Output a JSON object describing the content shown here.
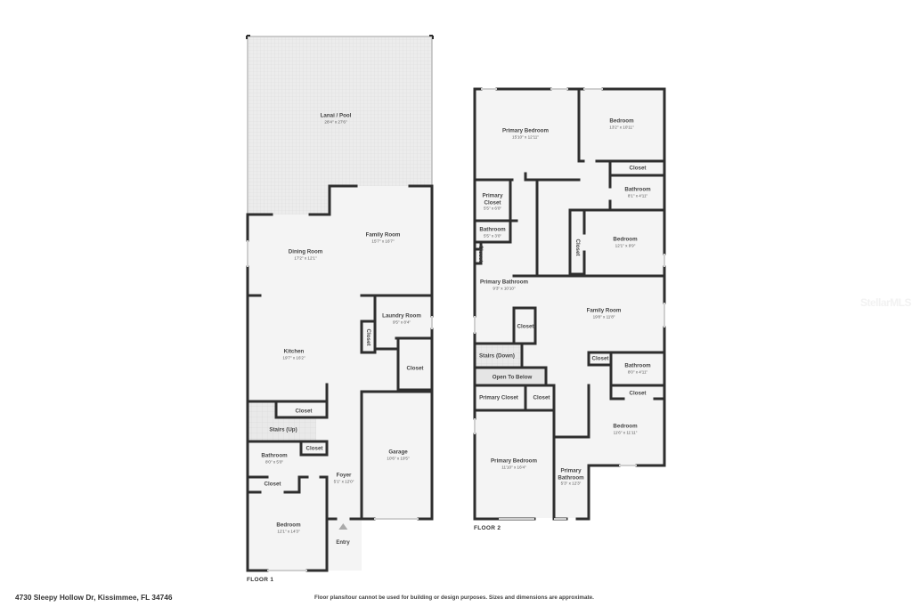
{
  "footer": {
    "address": "4730 Sleepy Hollow Dr, Kissimmee, FL 34746",
    "disclaimer": "Floor plans/tour cannot be used for building or design purposes. Sizes and dimensions are approximate.",
    "watermark": "StellarMLS"
  },
  "colors": {
    "wall": "#2e2e2e",
    "floor": "#f4f4f4",
    "lanai": "#e9e9e9",
    "stairs": "#e6e6e6",
    "window": "#cfcfcf"
  },
  "floor1": {
    "label": "FLOOR 1",
    "entry_label": "Entry",
    "rooms": [
      {
        "name": "Lanai / Pool",
        "dims": "28'4\" x 27'6\""
      },
      {
        "name": "Dining Room",
        "dims": "17'2\" x 12'1\""
      },
      {
        "name": "Family Room",
        "dims": "15'7\" x 16'7\""
      },
      {
        "name": "Laundry Room",
        "dims": "9'5\" x 8'4\""
      },
      {
        "name": "Closet",
        "dims": ""
      },
      {
        "name": "Kitchen",
        "dims": "19'7\" x 16'2\""
      },
      {
        "name": "Closet",
        "dims": ""
      },
      {
        "name": "Closet",
        "dims": ""
      },
      {
        "name": "Stairs (Up)",
        "dims": ""
      },
      {
        "name": "Closet",
        "dims": ""
      },
      {
        "name": "Bathroom",
        "dims": "8'0\" x 5'0\""
      },
      {
        "name": "Closet",
        "dims": ""
      },
      {
        "name": "Foyer",
        "dims": "5'1\" x 12'0\""
      },
      {
        "name": "Garage",
        "dims": "10'6\" x 19'5\""
      },
      {
        "name": "Bedroom",
        "dims": "12'1\" x 14'3\""
      }
    ]
  },
  "floor2": {
    "label": "FLOOR 2",
    "rooms": [
      {
        "name": "Primary Bedroom",
        "dims": "15'10\" x 12'11\""
      },
      {
        "name": "Bedroom",
        "dims": "13'2\" x 10'11\""
      },
      {
        "name": "Closet",
        "dims": ""
      },
      {
        "name": "Bathroom",
        "dims": "8'1\" x 4'11\""
      },
      {
        "name": "Primary Closet",
        "dims": "5'5\" x 6'0\""
      },
      {
        "name": "Bathroom",
        "dims": "5'5\" x 3'0\""
      },
      {
        "name": "Closet",
        "dims": ""
      },
      {
        "name": "Closet",
        "dims": ""
      },
      {
        "name": "Bedroom",
        "dims": "12'1\" x 9'9\""
      },
      {
        "name": "Primary Bathroom",
        "dims": "9'3\" x 10'10\""
      },
      {
        "name": "Closet",
        "dims": ""
      },
      {
        "name": "Family Room",
        "dims": "19'8\" x 11'8\""
      },
      {
        "name": "Stairs (Down)",
        "dims": ""
      },
      {
        "name": "Closet",
        "dims": ""
      },
      {
        "name": "Bathroom",
        "dims": "8'0\" x 4'11\""
      },
      {
        "name": "Open To Below",
        "dims": ""
      },
      {
        "name": "Closet",
        "dims": ""
      },
      {
        "name": "Primary Closet",
        "dims": ""
      },
      {
        "name": "Closet",
        "dims": ""
      },
      {
        "name": "Bedroom",
        "dims": "11'6\" x 11'11\""
      },
      {
        "name": "Primary Bedroom",
        "dims": "11'10\" x 16'4\""
      },
      {
        "name": "Primary Bathroom",
        "dims": "5'3\" x 12'3\""
      }
    ]
  }
}
